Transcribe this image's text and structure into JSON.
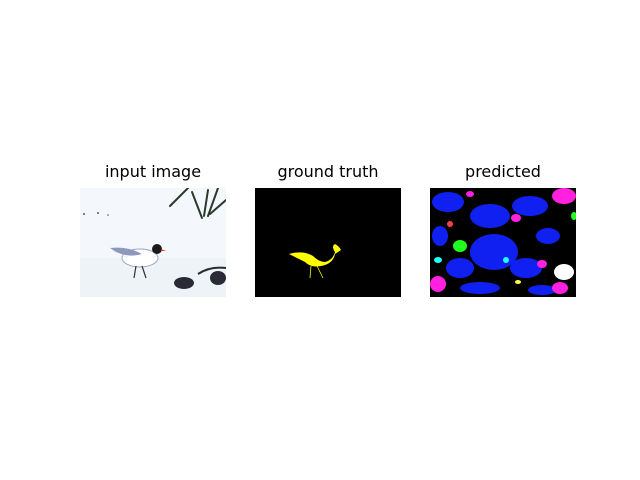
{
  "panels": [
    {
      "title": "input image"
    },
    {
      "title": "ground truth"
    },
    {
      "title": "predicted"
    }
  ],
  "colors": {
    "background": "#ffffff",
    "mask_background": "#000000",
    "ground_truth_mask": "#ffff00",
    "predicted_palette": [
      "#0000ff",
      "#ff00ff",
      "#00ff00",
      "#00ffff",
      "#ffffff"
    ]
  }
}
